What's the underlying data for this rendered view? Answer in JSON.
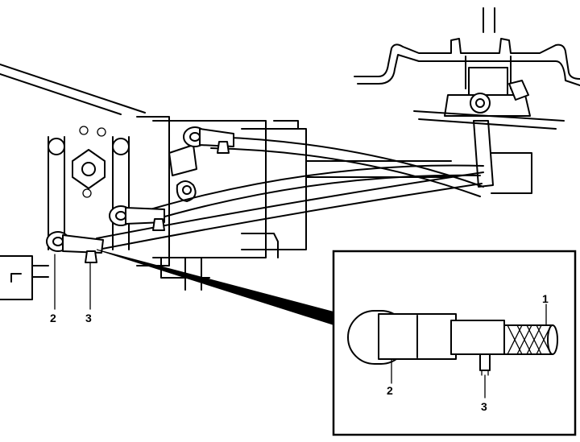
{
  "callouts": {
    "main_2": "2",
    "main_3": "3",
    "detail_1": "1",
    "detail_2": "2",
    "detail_3": "3"
  }
}
